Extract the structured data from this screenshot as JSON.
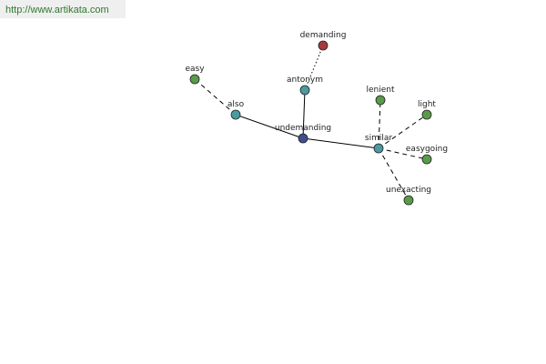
{
  "site": {
    "url": "http://www.artikata.com"
  },
  "colors": {
    "center": "#3d4f8c",
    "relation": "#4a9a9e",
    "synonym": "#5a9a4a",
    "antonym": "#a63a3a",
    "edge": "#000000"
  },
  "graph": {
    "nodes": [
      {
        "id": "undemanding",
        "label": "undemanding",
        "kind": "center"
      },
      {
        "id": "also",
        "label": "also",
        "kind": "relation"
      },
      {
        "id": "antonym",
        "label": "antonym",
        "kind": "relation"
      },
      {
        "id": "similar",
        "label": "similar",
        "kind": "relation"
      },
      {
        "id": "easy",
        "label": "easy",
        "kind": "synonym"
      },
      {
        "id": "demanding",
        "label": "demanding",
        "kind": "antonym"
      },
      {
        "id": "lenient",
        "label": "lenient",
        "kind": "synonym"
      },
      {
        "id": "light",
        "label": "light",
        "kind": "synonym"
      },
      {
        "id": "easygoing",
        "label": "easygoing",
        "kind": "synonym"
      },
      {
        "id": "unexacting",
        "label": "unexacting",
        "kind": "synonym"
      }
    ],
    "edges": [
      {
        "from": "undemanding",
        "to": "also",
        "style": "solid"
      },
      {
        "from": "undemanding",
        "to": "antonym",
        "style": "solid"
      },
      {
        "from": "undemanding",
        "to": "similar",
        "style": "solid"
      },
      {
        "from": "also",
        "to": "easy",
        "style": "dashed"
      },
      {
        "from": "antonym",
        "to": "demanding",
        "style": "dotted"
      },
      {
        "from": "similar",
        "to": "lenient",
        "style": "dashed"
      },
      {
        "from": "similar",
        "to": "light",
        "style": "dashed"
      },
      {
        "from": "similar",
        "to": "easygoing",
        "style": "dashed"
      },
      {
        "from": "similar",
        "to": "unexacting",
        "style": "dashed"
      }
    ]
  }
}
